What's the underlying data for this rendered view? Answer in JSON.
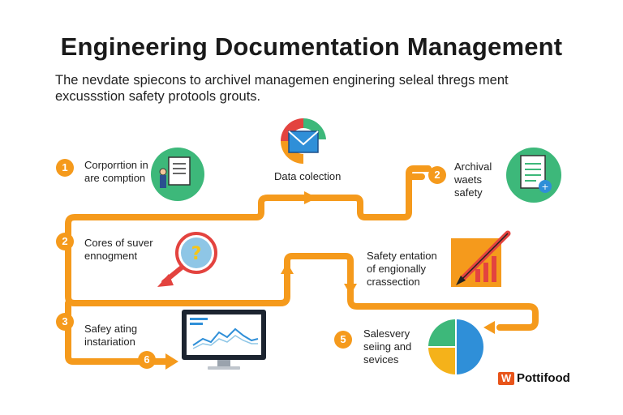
{
  "title": "Engineering Documentation Management",
  "subtitle": "The nevdate spiecons to archivel managemen enginering seleal thregs ment excussstion safety protools grouts.",
  "steps": [
    {
      "badge": "1",
      "label": "Corporrtion in are comption",
      "icon": "document-person-icon"
    },
    {
      "badge": "",
      "label": "Data colection",
      "icon": "email-envelope-icon"
    },
    {
      "badge": "2",
      "label": "Archival waets safety",
      "icon": "spreadsheet-document-icon"
    },
    {
      "badge": "2",
      "label": "Cores of suver ennogment",
      "icon": "magnifier-question-icon"
    },
    {
      "badge": "",
      "label": "Safety entation of engionally crassection",
      "icon": "bar-chart-pen-icon"
    },
    {
      "badge": "3",
      "label": "Safey ating instariation",
      "icon": "monitor-chart-icon"
    },
    {
      "badge": "5",
      "label": "Salesvery seiing and sevices",
      "icon": "pie-chart-icon"
    },
    {
      "badge": "6",
      "label": "",
      "icon": "arrow-right-icon"
    }
  ],
  "brand": {
    "logo": "W",
    "name": "Pottifood"
  },
  "colors": {
    "flow": "#f59a1c",
    "accent_green": "#3db87a",
    "accent_red": "#e3433f",
    "accent_blue": "#2f8fd8"
  }
}
